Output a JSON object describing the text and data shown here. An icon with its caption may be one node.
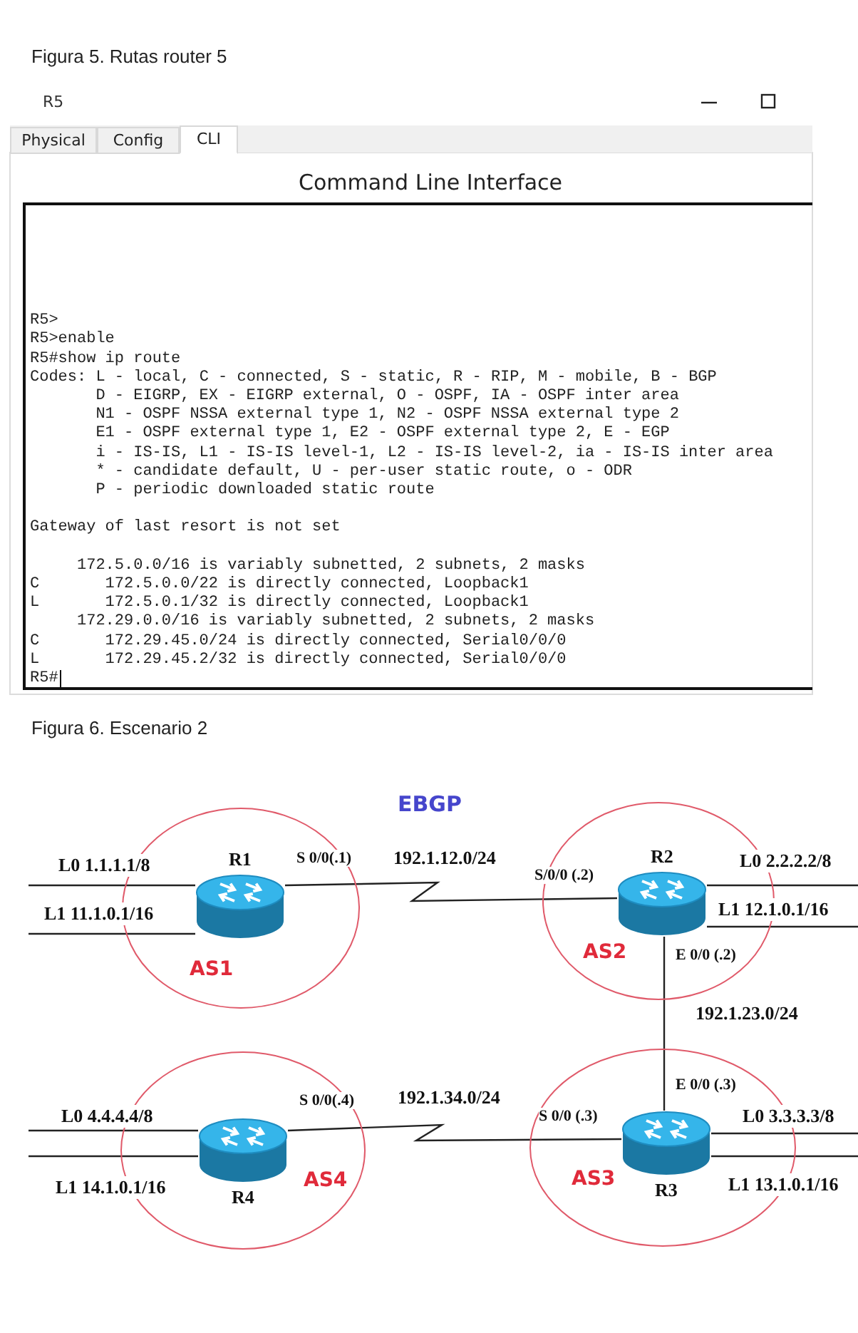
{
  "diagram": {
    "nodes": [
      {
        "text": [
          "AS1"
        ]
      },
      {
        "text": [
          "R1"
        ],
        "in": 0,
        "beside": [
          "S 0/0(.1)"
        ]
      },
      {
        "text": [
          "AS2"
        ]
      },
      {
        "text": [
          "R2"
        ],
        "in": 2,
        "beside": [
          "S/0/0 (.2)",
          "E 0/0 (.2)"
        ]
      },
      {
        "text": [
          "AS4"
        ]
      },
      {
        "text": [
          "R4"
        ],
        "in": 4,
        "beside": [
          "S 0/0(.4)"
        ]
      },
      {
        "text": [
          "AS3"
        ]
      },
      {
        "text": [
          "R3"
        ],
        "in": 6,
        "beside": [
          "E 0/0 (.3)",
          "S 0/0 (.3)"
        ]
      }
    ],
    "edges": [
      {
        "from": 1,
        "to": 3,
        "arrow": "none",
        "label": "192.1.12.0/24"
      },
      {
        "from": 3,
        "to": 7,
        "arrow": "none",
        "label": "192.1.23.0/24"
      },
      {
        "from": 5,
        "to": 7,
        "arrow": "none",
        "label": "192.1.34.0/24"
      },
      {
        "from": 1,
        "to": null,
        "arrow": "none",
        "label": "L0 1.1.1.1/8"
      },
      {
        "from": 1,
        "to": null,
        "arrow": "none",
        "label": "L1 11.1.0.1/16"
      },
      {
        "from": 3,
        "to": null,
        "arrow": "none",
        "label": "L0 2.2.2.2/8"
      },
      {
        "from": 3,
        "to": null,
        "arrow": "none",
        "label": "L1 12.1.0.1/16"
      },
      {
        "from": 5,
        "to": null,
        "arrow": "none",
        "label": "L0 4.4.4.4/8"
      },
      {
        "from": 5,
        "to": null,
        "arrow": "none",
        "label": "L1 14.1.0.1/16"
      },
      {
        "from": 7,
        "to": null,
        "arrow": "none",
        "label": "L0 3.3.3.3/8"
      },
      {
        "from": 7,
        "to": null,
        "arrow": "none",
        "label": "L1 13.1.0.1/16"
      }
    ],
    "labels": [
      "Figura 5. Rutas router 5",
      "R5",
      "Physical",
      "Config",
      "CLI",
      "Command Line Interface",
      "R5>",
      "R5>enable",
      "R5#show ip route",
      "Codes: L - local, C - connected, S - static, R - RIP, M - mobile, B - BGP",
      "D - EIGRP, EX - EIGRP external, O - OSPF, IA - OSPF inter area",
      "N1 - OSPF NSSA external type 1, N2 - OSPF NSSA external type 2",
      "E1 - OSPF external type 1, E2 - OSPF external type 2, E - EGP",
      "i - IS-IS, L1 - IS-IS level-1, L2 - IS-IS level-2, ia - IS-IS inter area",
      "* - candidate default, U - per-user static route, o - ODR",
      "P - periodic downloaded static route",
      "Gateway of last resort is not set",
      "172.5.0.0/16 is variably subnetted, 2 subnets, 2 masks",
      "C",
      "172.5.0.0/22 is directly connected, Loopback1",
      "L",
      "172.5.0.1/32 is directly connected, Loopback1",
      "172.29.0.0/16 is variably subnetted, 2 subnets, 2 masks",
      "C",
      "172.29.45.0/24 is directly connected, Serial0/0/0",
      "L",
      "172.29.45.2/32 is directly connected, Serial0/0/0",
      "R5#",
      "Figura 6. Escenario 2",
      "EBGP"
    ]
  }
}
